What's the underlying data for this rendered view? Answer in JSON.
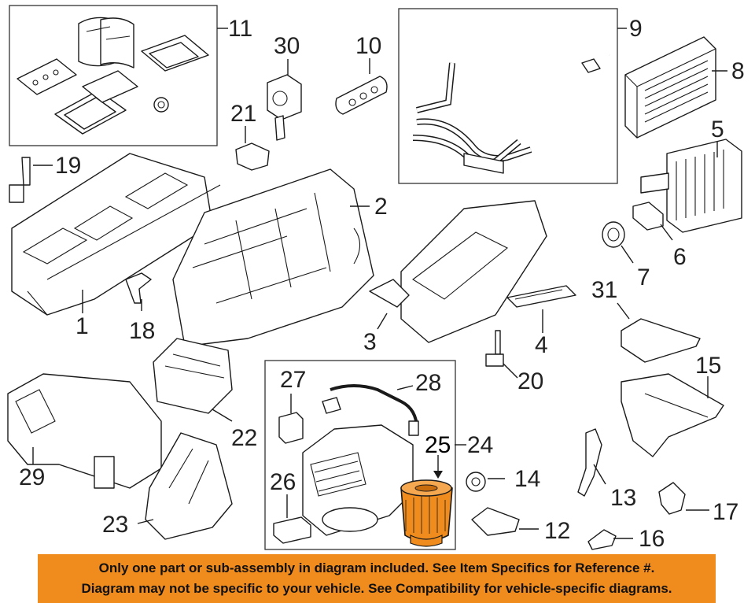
{
  "callouts": {
    "n1": "1",
    "n2": "2",
    "n3": "3",
    "n4": "4",
    "n5": "5",
    "n6": "6",
    "n7": "7",
    "n8": "8",
    "n9": "9",
    "n10": "10",
    "n11": "11",
    "n12": "12",
    "n13": "13",
    "n14": "14",
    "n15": "15",
    "n16": "16",
    "n17": "17",
    "n18": "18",
    "n19": "19",
    "n20": "20",
    "n21": "21",
    "n22": "22",
    "n23": "23",
    "n24": "24",
    "n25": "25",
    "n26": "26",
    "n27": "27",
    "n28": "28",
    "n29": "29",
    "n30": "30",
    "n31": "31"
  },
  "highlighted_part": "25",
  "highlight_color": "#f08b1d",
  "footer": {
    "line1": "Only one part or sub-assembly in diagram included. See Item Specifics for Reference #.",
    "line2": "Diagram may not be specific to your vehicle. See Compatibility for vehicle-specific diagrams.",
    "background": "#f08b1d"
  }
}
